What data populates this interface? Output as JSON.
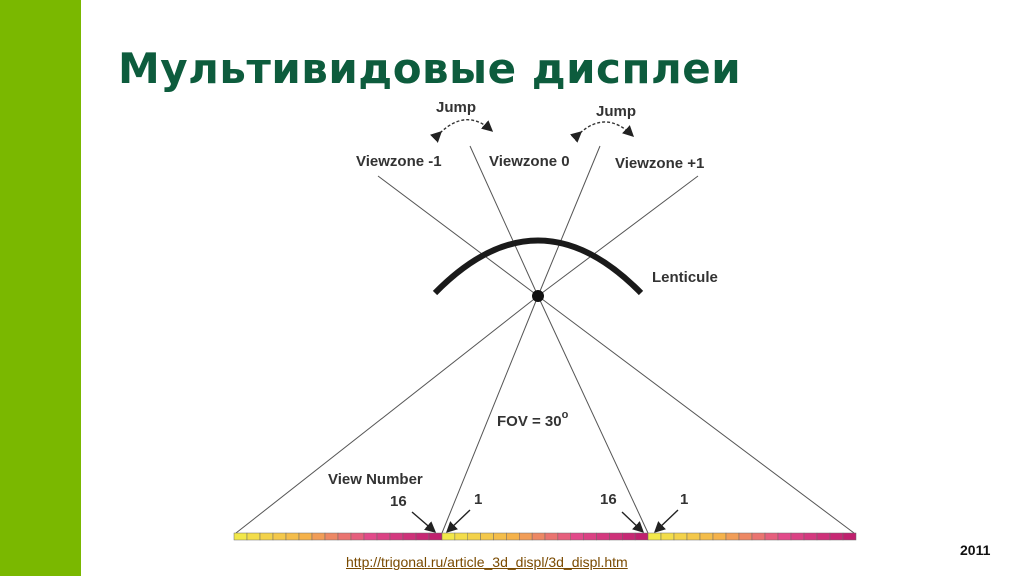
{
  "slide": {
    "title": "Мультивидовые дисплеи",
    "source_link": "http://trigonal.ru/article_3d_displ/3d_displ.htm",
    "year": "2011",
    "accent_color": "#7ab800",
    "title_color": "#0d5c3d"
  },
  "diagram": {
    "jump_left": "Jump",
    "jump_right": "Jump",
    "viewzone_minus": "Viewzone -1",
    "viewzone_zero": "Viewzone 0",
    "viewzone_plus": "Viewzone +1",
    "lenticule": "Lenticule",
    "fov": "FOV = 30",
    "fov_degree": "o",
    "view_number": "View Number",
    "marker_16_left": "16",
    "marker_1_left": "1",
    "marker_16_right": "16",
    "marker_1_right": "1",
    "strip_segments_per_zone": 16,
    "strip_gradient": [
      "#f2e84a",
      "#f5b24a",
      "#e24a8a",
      "#c0206e"
    ]
  }
}
